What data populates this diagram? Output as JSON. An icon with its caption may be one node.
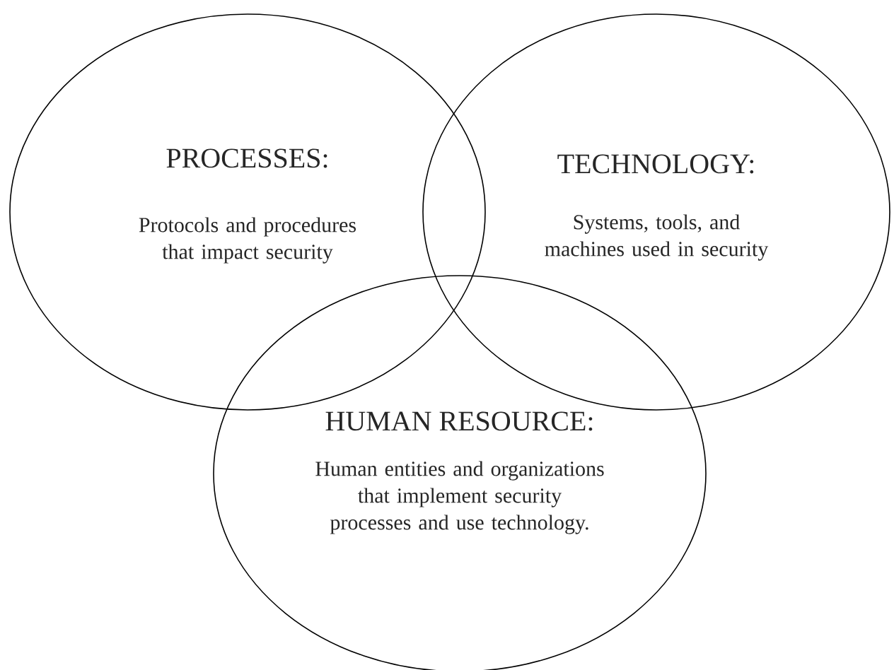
{
  "diagram": {
    "nodes": [
      {
        "text": [
          "PROCESSES:",
          "Protocols and procedures that impact security"
        ]
      },
      {
        "text": [
          "TECHNOLOGY:",
          "Systems, tools, and machines used in security"
        ]
      },
      {
        "text": [
          "HUMAN RESOURCE:",
          "Human entities and organizations that implement security processes and use technology."
        ]
      }
    ]
  }
}
